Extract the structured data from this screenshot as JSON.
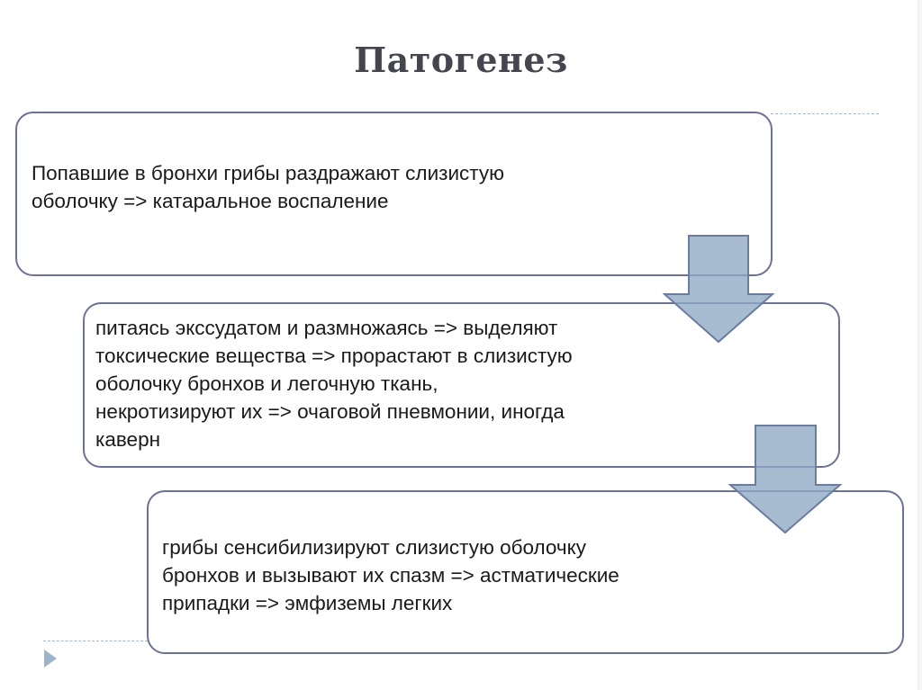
{
  "slide": {
    "title": "Патогенез",
    "boxes": [
      {
        "id": "box1",
        "text": "Попавшие в бронхи грибы раздражают слизистую\nоболочку => катаральное воспаление"
      },
      {
        "id": "box2",
        "text": "питаясь экссудатом и размножаясь => выделяют\nтоксические вещества =>  прорастают в слизистую\nоболочку бронхов и легочную ткань,\nнекротизируют их => очаговой пневмонии, иногда\nкаверн"
      },
      {
        "id": "box3",
        "text": "грибы сенсибилизируют слизистую оболочку\nбронхов и вызывают их спазм => астматические\nприпадки => эмфиземы легких"
      }
    ],
    "arrows": [
      {
        "from": "box1",
        "to": "box2",
        "icon": "down-arrow-icon"
      },
      {
        "from": "box2",
        "to": "box3",
        "icon": "down-arrow-icon"
      }
    ],
    "colors": {
      "title": "#45454f",
      "box_border": "#6c7196",
      "arrow_fill": "#9db3cc",
      "arrow_stroke": "#6c7c9e",
      "dash": "#a8b6c8"
    }
  }
}
